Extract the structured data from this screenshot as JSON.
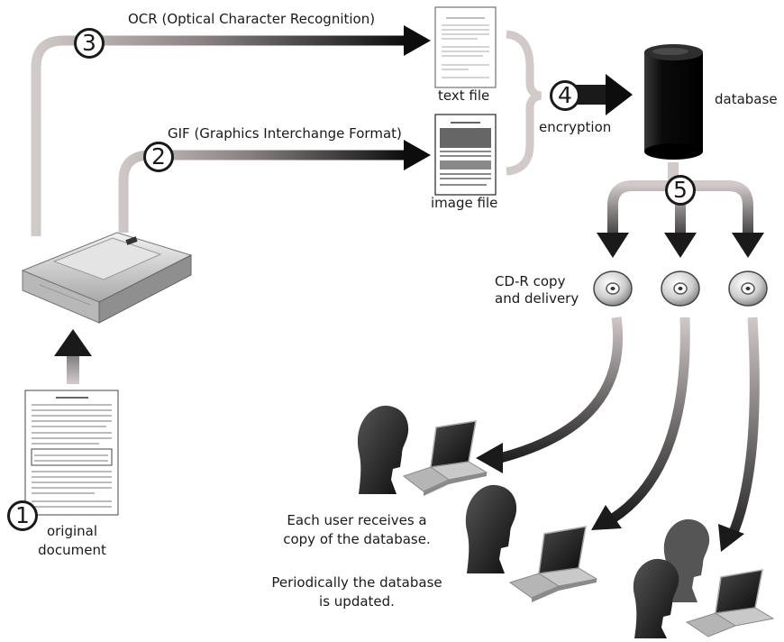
{
  "steps": {
    "one": "1",
    "two": "2",
    "three": "3",
    "four": "4",
    "five": "5"
  },
  "labels": {
    "ocr": "OCR (Optical Character Recognition)",
    "gif": "GIF (Graphics Interchange Format)",
    "text_file": "text file",
    "image_file": "image file",
    "encryption": "encryption",
    "database": "database",
    "cdr_line1": "CD-R copy",
    "cdr_line2": "and delivery",
    "original_line1": "original",
    "original_line2": "document",
    "caption_line1": "Each user receives a",
    "caption_line2": "copy of the database.",
    "caption_line3": "Periodically the database",
    "caption_line4": "is updated."
  },
  "colors": {
    "arrow_dark": "#0d0d0d",
    "arrow_light": "#d2c9c9",
    "ink": "#1a1a1a"
  },
  "icons": {
    "scanner": "scanner-icon",
    "database": "database-cylinder-icon",
    "disc": "cd-disc-icon",
    "laptop": "laptop-icon",
    "user": "user-head-silhouette-icon",
    "document": "document-page-icon"
  }
}
